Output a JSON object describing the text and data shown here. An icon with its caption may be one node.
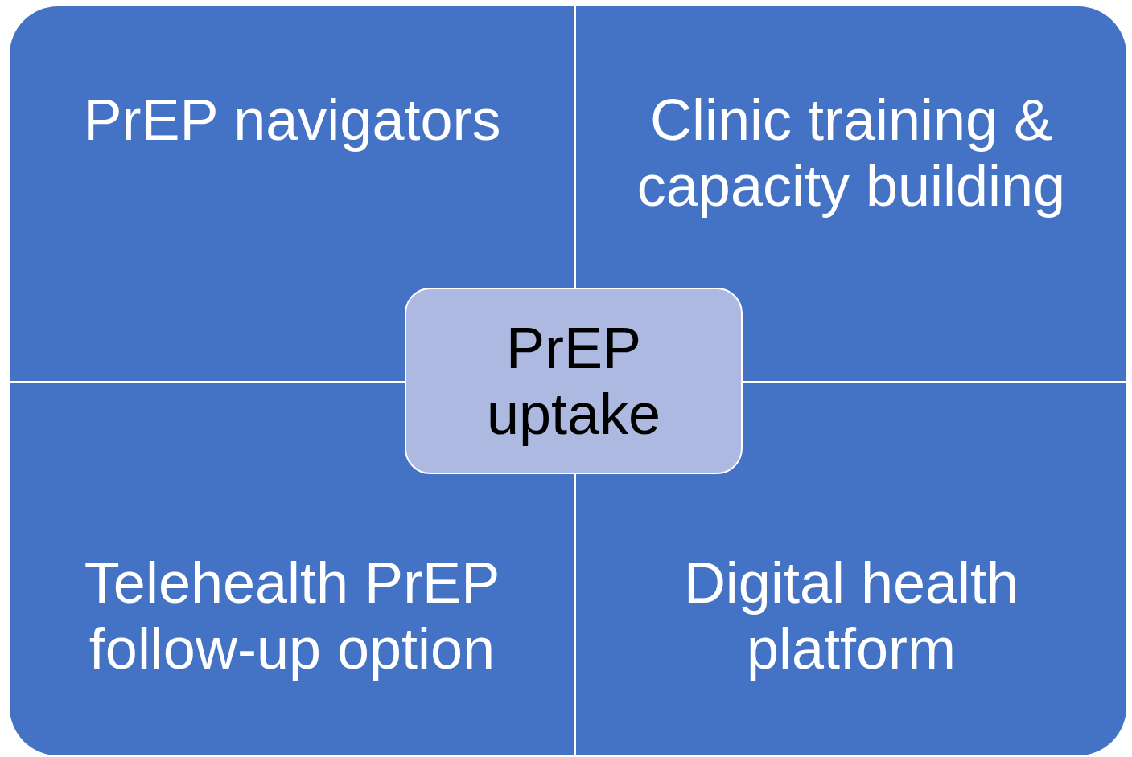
{
  "diagram": {
    "nodes": [
      {
        "text": [
          "PrEP navigators"
        ]
      },
      {
        "text": [
          "Clinic training & capacity building"
        ]
      },
      {
        "text": [
          "PrEP uptake"
        ]
      },
      {
        "text": [
          "Telehealth PrEP follow-up option"
        ]
      },
      {
        "text": [
          "Digital health platform"
        ]
      }
    ]
  }
}
